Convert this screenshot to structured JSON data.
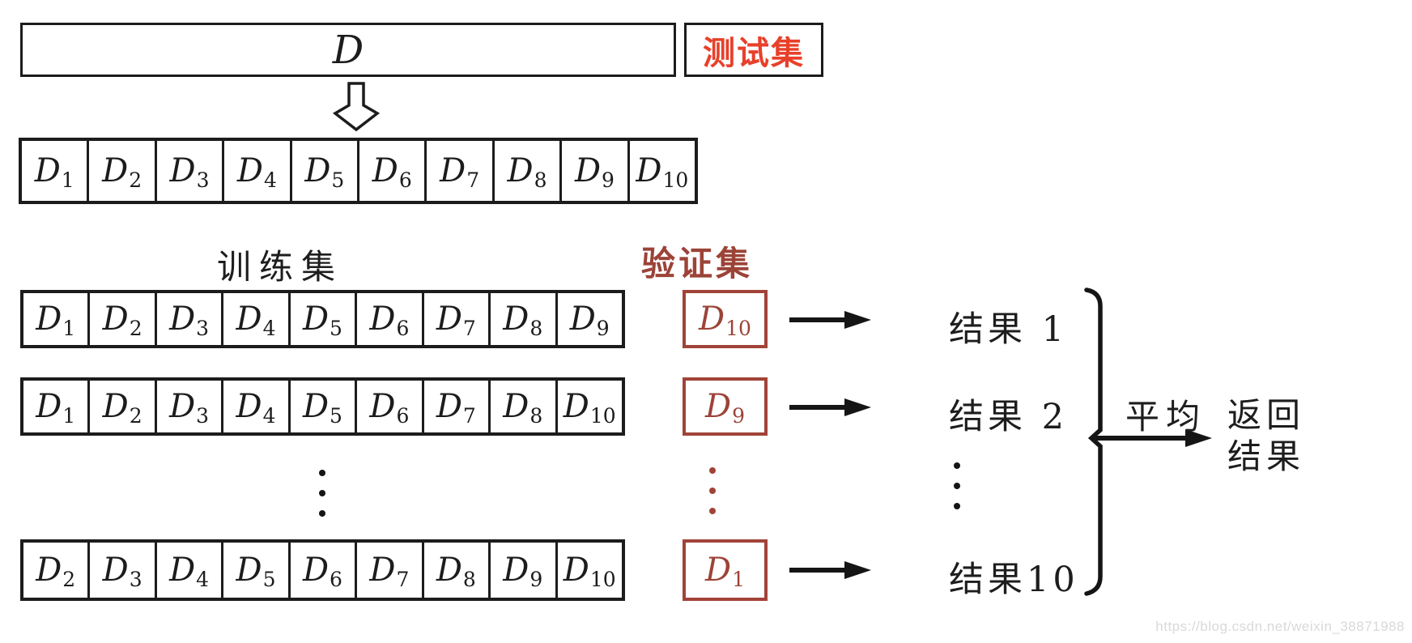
{
  "colors": {
    "box_border_black": "#1c1c1c",
    "test_set_red": "#e8402a",
    "validation_red": "#a14338",
    "validation_text_red": "#9c4338",
    "watermark_gray": "#d9d9d9"
  },
  "top_bar": {
    "dataset_label": "D",
    "test_set_label": "测试集"
  },
  "split_row": {
    "cells": [
      {
        "b": "D",
        "s": "1"
      },
      {
        "b": "D",
        "s": "2"
      },
      {
        "b": "D",
        "s": "3"
      },
      {
        "b": "D",
        "s": "4"
      },
      {
        "b": "D",
        "s": "5"
      },
      {
        "b": "D",
        "s": "6"
      },
      {
        "b": "D",
        "s": "7"
      },
      {
        "b": "D",
        "s": "8"
      },
      {
        "b": "D",
        "s": "9"
      },
      {
        "b": "D",
        "s": "10"
      }
    ]
  },
  "section_labels": {
    "training_set": "训练集",
    "validation_set": "验证集"
  },
  "folds": [
    {
      "train": [
        {
          "b": "D",
          "s": "1"
        },
        {
          "b": "D",
          "s": "2"
        },
        {
          "b": "D",
          "s": "3"
        },
        {
          "b": "D",
          "s": "4"
        },
        {
          "b": "D",
          "s": "5"
        },
        {
          "b": "D",
          "s": "6"
        },
        {
          "b": "D",
          "s": "7"
        },
        {
          "b": "D",
          "s": "8"
        },
        {
          "b": "D",
          "s": "9"
        }
      ],
      "validation": {
        "b": "D",
        "s": "10"
      },
      "result": "结果 1"
    },
    {
      "train": [
        {
          "b": "D",
          "s": "1"
        },
        {
          "b": "D",
          "s": "2"
        },
        {
          "b": "D",
          "s": "3"
        },
        {
          "b": "D",
          "s": "4"
        },
        {
          "b": "D",
          "s": "5"
        },
        {
          "b": "D",
          "s": "6"
        },
        {
          "b": "D",
          "s": "7"
        },
        {
          "b": "D",
          "s": "8"
        },
        {
          "b": "D",
          "s": "10"
        }
      ],
      "validation": {
        "b": "D",
        "s": "9"
      },
      "result": "结果 2"
    },
    {
      "train": [
        {
          "b": "D",
          "s": "2"
        },
        {
          "b": "D",
          "s": "3"
        },
        {
          "b": "D",
          "s": "4"
        },
        {
          "b": "D",
          "s": "5"
        },
        {
          "b": "D",
          "s": "6"
        },
        {
          "b": "D",
          "s": "7"
        },
        {
          "b": "D",
          "s": "8"
        },
        {
          "b": "D",
          "s": "9"
        },
        {
          "b": "D",
          "s": "10"
        }
      ],
      "validation": {
        "b": "D",
        "s": "1"
      },
      "result": "结果10"
    }
  ],
  "aggregate": {
    "average_label": "平均",
    "return_label_line1": "返回",
    "return_label_line2": "结果"
  },
  "watermark": "https://blog.csdn.net/weixin_38871988"
}
